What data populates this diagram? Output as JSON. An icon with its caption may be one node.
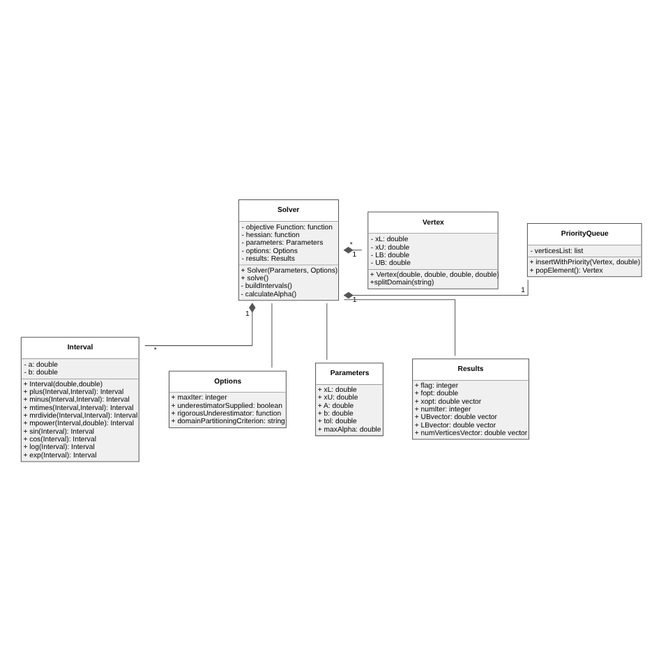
{
  "diagram": {
    "nodes": [
      {
        "text": [
          "Solver",
          "- objective Function: function",
          "- hessian: function",
          "- parameters: Parameters",
          "- options: Options",
          "- results: Results",
          "+ Solver(Parameters, Options)",
          "+ solve()",
          "- buildIntervals()",
          "- calculateAlpha()"
        ]
      },
      {
        "text": [
          "PriorityQueue",
          "- verticesList: list",
          "+ insertWithPriority(Vertex, double)",
          "+ popElement(): Vertex"
        ]
      },
      {
        "text": [
          "Vertex",
          "- xL: double",
          "- xU: double",
          "- LB: double",
          "- UB: double",
          "+ Vertex(double, double, double, double)",
          "+splitDomain(string)"
        ]
      },
      {
        "text": [
          "Interval",
          "- a: double",
          "- b: double",
          "+ Interval(double,double)",
          "+ plus(Interval,Interval): Interval",
          "+ minus(Interval,Interval): Interval",
          "+ mtimes(Interval,Interval): Interval",
          "+ mrdivide(Interval,Interval): Interval",
          "+ mpower(Interval,double): Interval",
          "+ sin(Interval): Interval",
          "+ cos(Interval): Interval",
          "+ log(Interval): Interval",
          "+ exp(Interval): Interval"
        ]
      },
      {
        "text": [
          "Options",
          "+ maxIter: integer",
          "+ underestimatorSupplied: boolean",
          "+ rigorousUnderestimator: function",
          "+ domainPartitioningCriterion: string"
        ]
      },
      {
        "text": [
          "Parameters",
          "+ xL: double",
          "+ xU: double",
          "+ A: double",
          "+ b: double",
          "+ tol: double",
          "+ maxAlpha: double"
        ]
      },
      {
        "text": [
          "Results",
          "+ flag: integer",
          "+ fopt: double",
          "+ xopt: double vector",
          "+ numIter: integer",
          "+ UBvector: double vector",
          "+ LBvector: double vector",
          "+ numVerticesVector: double vector"
        ]
      }
    ],
    "edges": [
      {
        "from": 0,
        "to": 1,
        "arrow": "other"
      },
      {
        "from": 0,
        "to": 2,
        "arrow": "other"
      },
      {
        "from": 0,
        "to": 3,
        "arrow": "other"
      },
      {
        "from": 0,
        "to": 4,
        "arrow": "none"
      },
      {
        "from": 0,
        "to": 5,
        "arrow": "none"
      },
      {
        "from": 0,
        "to": 6,
        "arrow": "none"
      }
    ],
    "labels": [
      "1",
      "1",
      "1",
      "*",
      "1",
      "*"
    ]
  }
}
